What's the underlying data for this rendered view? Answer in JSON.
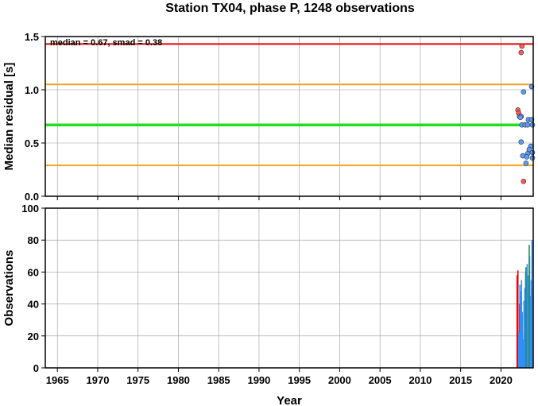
{
  "chart_data": {
    "title": "Station TX04, phase P, 1248 observations",
    "xlabel": "Year",
    "x_ticks": [
      1965,
      1970,
      1975,
      1980,
      1985,
      1990,
      1995,
      2000,
      2005,
      2010,
      2015,
      2020
    ],
    "xlim": [
      1963.5,
      2024
    ],
    "panels": [
      {
        "id": "residual",
        "type": "scatter",
        "ylabel": "Median residual [s]",
        "ylim": [
          0,
          1.5
        ],
        "y_ticks": [
          "0.0",
          "0.5",
          "1.0",
          "1.5"
        ],
        "annotation": "median = 0.67, smad = 0.38",
        "hlines": [
          {
            "y": 1.43,
            "color": "#ee0000"
          },
          {
            "y": 1.05,
            "color": "#f5a623"
          },
          {
            "y": 0.67,
            "color": "#22dd22"
          },
          {
            "y": 0.29,
            "color": "#f5a623"
          }
        ],
        "series": [
          {
            "color": "#ff5a5a",
            "points": [
              [
                2022.6,
                1.41
              ],
              [
                2022.5,
                1.35
              ],
              [
                2022.1,
                0.81
              ],
              [
                2022.2,
                0.78
              ],
              [
                2022.3,
                0.75
              ],
              [
                2022.8,
                0.14
              ]
            ]
          },
          {
            "color": "#5b9cff",
            "points": [
              [
                2023.8,
                1.03
              ],
              [
                2022.8,
                0.98
              ],
              [
                2022.5,
                0.75
              ],
              [
                2022.4,
                0.74
              ],
              [
                2023.4,
                0.72
              ],
              [
                2023.8,
                0.72
              ],
              [
                2022.6,
                0.67
              ],
              [
                2023.0,
                0.67
              ],
              [
                2023.3,
                0.67
              ],
              [
                2023.9,
                0.67
              ],
              [
                2022.5,
                0.51
              ],
              [
                2023.7,
                0.47
              ],
              [
                2023.5,
                0.44
              ],
              [
                2023.9,
                0.41
              ],
              [
                2023.3,
                0.4
              ],
              [
                2022.7,
                0.38
              ],
              [
                2023.2,
                0.37
              ],
              [
                2023.9,
                0.36
              ],
              [
                2023.1,
                0.31
              ]
            ]
          }
        ]
      },
      {
        "id": "observations",
        "type": "bar",
        "ylabel": "Observations",
        "ylim": [
          0,
          100
        ],
        "y_ticks": [
          "0",
          "20",
          "40",
          "60",
          "80",
          "100"
        ],
        "series": [
          {
            "color": "#ee0000",
            "bars": [
              [
                2022.0,
                58
              ],
              [
                2022.1,
                61
              ],
              [
                2022.3,
                40
              ],
              [
                2022.5,
                28
              ],
              [
                2022.7,
                15
              ]
            ]
          },
          {
            "color": "#2f8fff",
            "bars": [
              [
                2022.2,
                22
              ],
              [
                2022.35,
                52
              ],
              [
                2022.45,
                48
              ],
              [
                2022.55,
                55
              ],
              [
                2022.65,
                35
              ],
              [
                2022.75,
                18
              ],
              [
                2022.85,
                42
              ],
              [
                2022.95,
                50
              ],
              [
                2023.05,
                60
              ],
              [
                2023.15,
                55
              ],
              [
                2023.25,
                65
              ],
              [
                2023.35,
                58
              ],
              [
                2023.45,
                52
              ],
              [
                2023.55,
                70
              ],
              [
                2023.65,
                45
              ],
              [
                2023.75,
                55
              ],
              [
                2023.85,
                80
              ],
              [
                2023.95,
                50
              ]
            ]
          },
          {
            "color": "#2e8b57",
            "bars": [
              [
                2023.5,
                77
              ],
              [
                2023.1,
                63
              ]
            ]
          }
        ]
      }
    ]
  }
}
